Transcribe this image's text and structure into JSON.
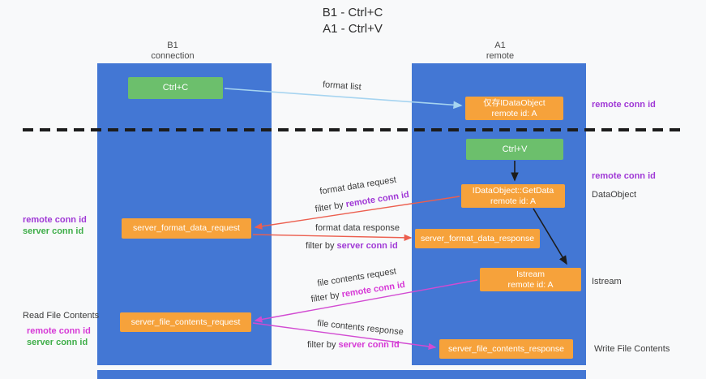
{
  "title": {
    "line1": "B1 - Ctrl+C",
    "line2": "A1 - Ctrl+V"
  },
  "columns": {
    "left": {
      "name": "B1",
      "role": "connection"
    },
    "right": {
      "name": "A1",
      "role": "remote"
    }
  },
  "nodes": {
    "ctrl_c": {
      "label": "Ctrl+C"
    },
    "ctrl_v": {
      "label": "Ctrl+V"
    },
    "idataobject": {
      "line1": "仅存IDataObject",
      "line2": "remote id: A"
    },
    "getdata": {
      "line1": "IDataObject::GetData",
      "line2": "remote id: A"
    },
    "istream": {
      "line1": "Istream",
      "line2": "remote id: A"
    },
    "server_format_data_request": {
      "label": "server_format_data_request"
    },
    "server_format_data_response": {
      "label": "server_format_data_response"
    },
    "server_file_contents_request": {
      "label": "server_file_contents_request"
    },
    "server_file_contents_response": {
      "label": "server_file_contents_response"
    }
  },
  "arrow_labels": {
    "format_list": "format list",
    "format_data_request": "format data request",
    "format_data_response": "format data response",
    "file_contents_request": "file contents request",
    "file_contents_response": "file contents response",
    "filter_by": "filter by ",
    "remote_conn_id": "remote conn id",
    "server_conn_id": "server conn id"
  },
  "side_labels": {
    "right_remote_conn_id_top": "remote conn id",
    "right_remote_conn_id_mid": "remote conn id",
    "dataobject": "DataObject",
    "istream": "Istream",
    "write_file_contents": "Write File Contents",
    "left_remote_conn_id_top": "remote conn id",
    "left_server_conn_id_top": "server conn id",
    "read_file_contents": "Read File Contents",
    "left_remote_conn_id_bottom": "remote conn id",
    "left_server_conn_id_bottom": "server conn id"
  },
  "colors": {
    "bg": "#f8f9fa",
    "column_blue": "#4377d4",
    "box_orange": "#f6a23b",
    "button_green": "#6cbf6c",
    "arrow_blue": "#a6d4f0",
    "arrow_red": "#ec5f4f",
    "arrow_magenta": "#d24bd2",
    "arrow_black": "#1c1c1c",
    "purple_text": "#a039d6",
    "green_text": "#3fae49",
    "magenta_text": "#d639d6"
  }
}
